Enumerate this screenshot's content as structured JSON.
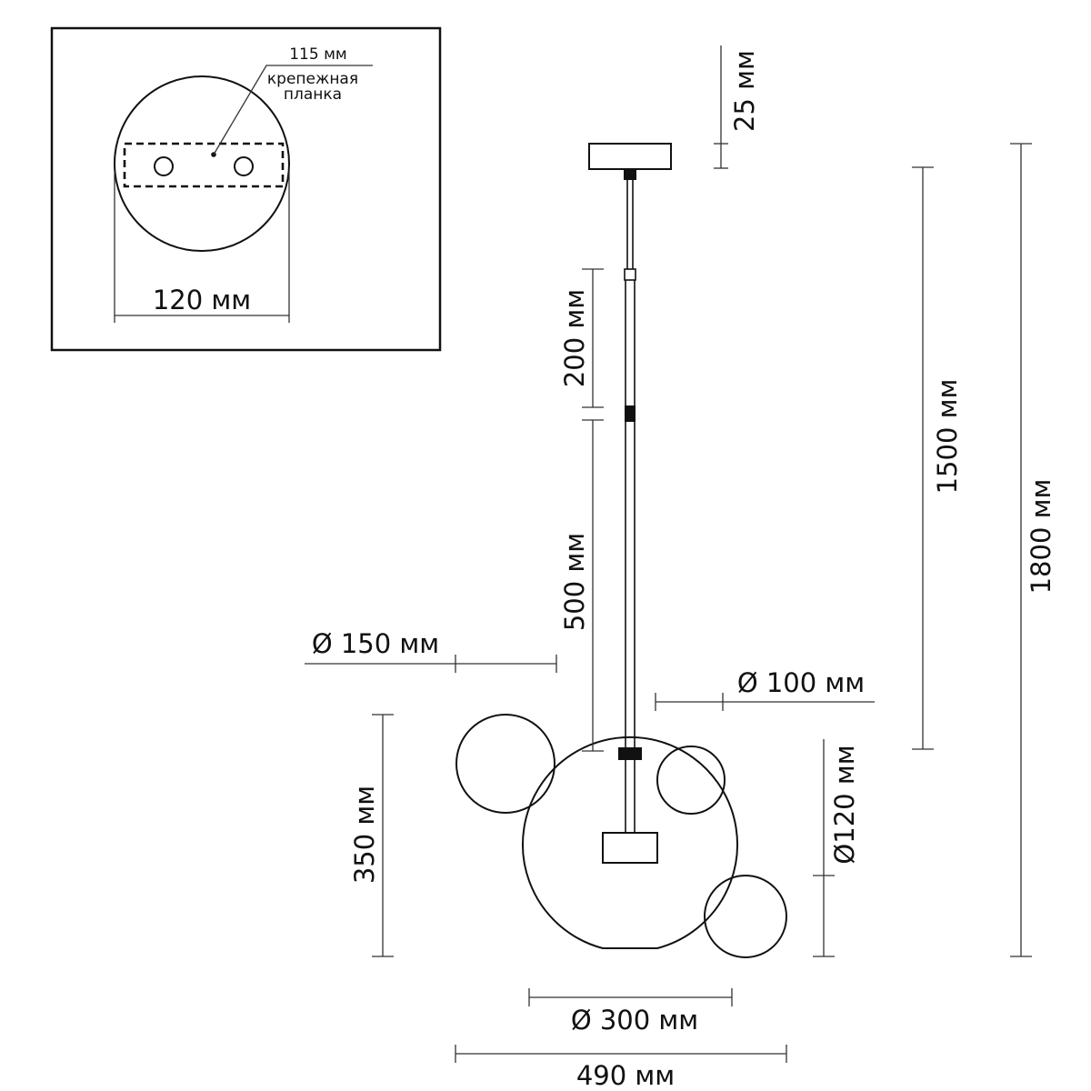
{
  "inset": {
    "plate_label": "115 мм",
    "plate_name_line1": "крепежная",
    "plate_name_line2": "планка",
    "canopy_diameter_label": "120 мм"
  },
  "dimensions": {
    "canopy_height": "25 мм",
    "rod_segment": "200 мм",
    "cord_segment": "500 мм",
    "hanging_length": "1500 мм",
    "total_height": "1800 мм",
    "small_sphere_left_diameter": "Ø 150 мм",
    "small_sphere_right_diameter": "Ø 100 мм",
    "small_sphere_bottom_diameter": "Ø120 мм",
    "shade_height": "350 мм",
    "main_sphere_diameter": "Ø 300 мм",
    "overall_width": "490 мм"
  }
}
